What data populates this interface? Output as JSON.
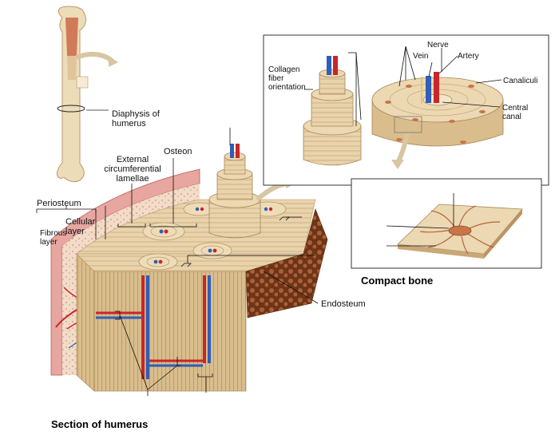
{
  "labels": {
    "diaphysis": "Diaphysis of humerus",
    "external_circumferential_lamellae": "External circumferential lamellae",
    "osteon": "Osteon",
    "periosteum": "Periosteum",
    "cellular_layer": "Cellular layer",
    "fibrous_layer": "Fibrous layer",
    "endosteum": "Endosteum",
    "collagen_fiber_orientation": "Collagen fiber orientation",
    "nerve": "Nerve",
    "vein": "Vein",
    "artery": "Artery",
    "canaliculi": "Canaliculi",
    "central_canal": "Central canal"
  },
  "captions": {
    "compact_bone": "Compact bone",
    "section_of_humerus": "Section of humerus"
  },
  "colors": {
    "bone": "#e8d3ac",
    "bone_dark": "#c9a877",
    "spongy_bone": "#8a4a2a",
    "vein": "#2f5fb8",
    "artery": "#c8262a",
    "periosteum": "#e7a6a0",
    "osteocyte": "#c8754a"
  }
}
